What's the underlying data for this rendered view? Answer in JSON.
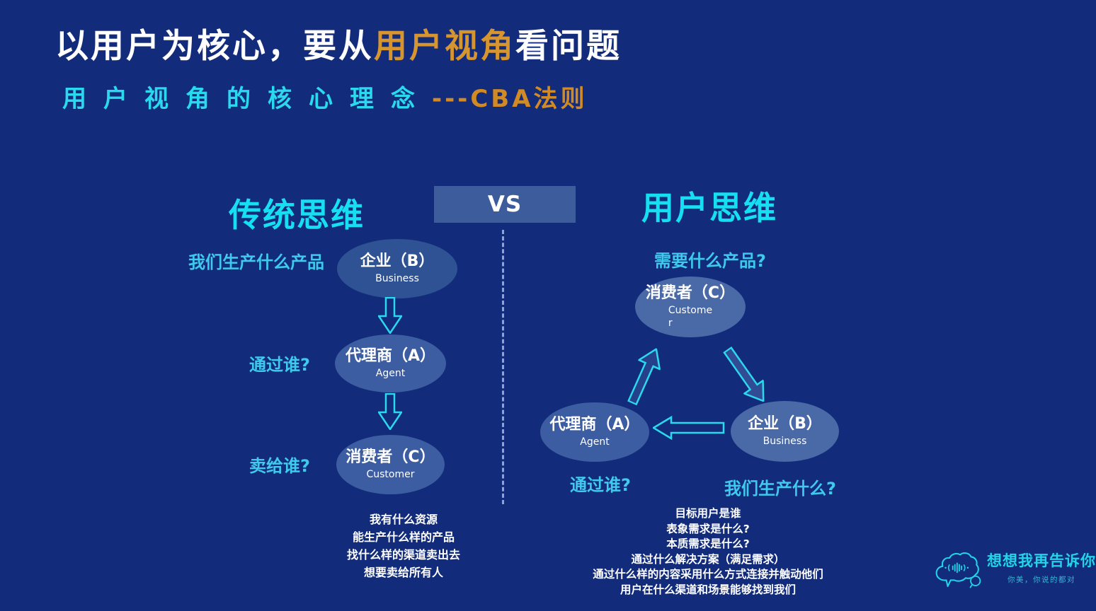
{
  "colors": {
    "background": "#122c7b",
    "accent_cyan": "#2bd9ee",
    "accent_orange": "#d6952f",
    "vs_box": "#3d5c9b",
    "node_dark": "#2f5294",
    "node_medium": "#3d5da2",
    "node_light": "#4a69a7",
    "text_white": "#ffffff"
  },
  "title": {
    "part1": "以用户为核心，要从",
    "highlight": "用户视角",
    "part2": "看问题"
  },
  "subtitle": {
    "main": "用户视角的核心理念",
    "suffix": "---CBA法则"
  },
  "vs": {
    "label": "VS"
  },
  "left": {
    "heading": "传统思维",
    "q1": "我们生产什么产品",
    "q2": "通过谁?",
    "q3": "卖给谁?",
    "nodes": [
      {
        "title": "企业（B）",
        "sub": "Business"
      },
      {
        "title": "代理商（A）",
        "sub": "Agent"
      },
      {
        "title": "消费者（C）",
        "sub": "Customer"
      }
    ],
    "notes": [
      "我有什么资源",
      "能生产什么样的产品",
      "找什么样的渠道卖出去",
      "想要卖给所有人"
    ]
  },
  "right": {
    "heading": "用户思维",
    "q1": "需要什么产品?",
    "q2": "通过谁?",
    "q3": "我们生产什么?",
    "nodes": [
      {
        "title": "消费者（C）",
        "sub": "Custome",
        "sub2": "r"
      },
      {
        "title": "代理商（A）",
        "sub": "Agent"
      },
      {
        "title": "企业（B）",
        "sub": "Business"
      }
    ],
    "notes": [
      "目标用户是谁",
      "表象需求是什么?",
      "本质需求是什么?",
      "通过什么解决方案（满足需求）",
      "通过什么样的内容采用什么方式连接并触动他们",
      "用户在什么渠道和场景能够找到我们"
    ]
  },
  "logo": {
    "name": "想想我再告诉你",
    "tagline": "你美，你说的都对"
  }
}
